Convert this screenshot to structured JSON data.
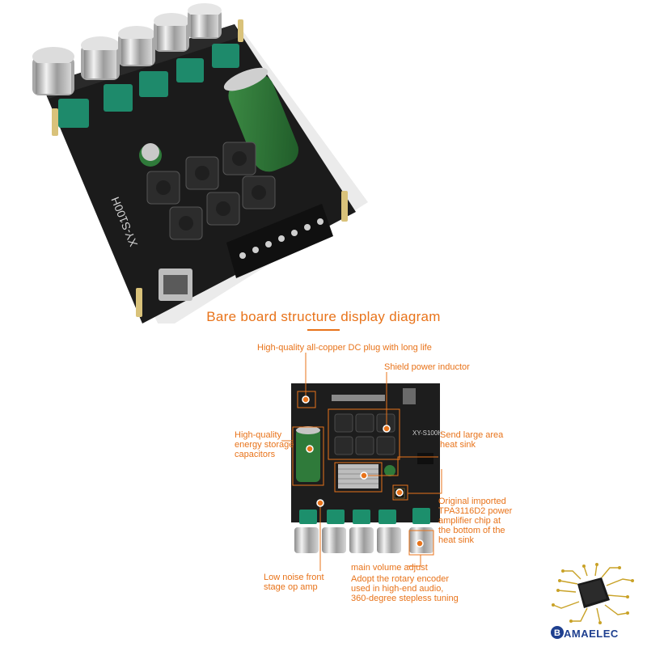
{
  "top_board": {
    "model": "XY-S100H"
  },
  "diagram": {
    "title": "Bare board structure display diagram",
    "board_model": "XY-S100H",
    "callouts": {
      "dc_plug": "High-quality all-copper DC plug with long life",
      "shield_inductor": "Shield power inductor",
      "capacitors": [
        "High-quality",
        "energy storage",
        "capacitors"
      ],
      "heat_sink": [
        "Send large area",
        "heat sink"
      ],
      "amp_chip": [
        "Original imported",
        "TPA3116D2 power",
        "amplifier chip at",
        "the bottom of the",
        "heat sink"
      ],
      "volume": "main volume adjust",
      "encoder": [
        "Adopt the rotary encoder",
        "used in high-end audio,",
        "360-degree stepless tuning"
      ],
      "op_amp": [
        "Low noise front",
        "stage op amp"
      ]
    }
  },
  "logo": {
    "text": "AMAELEC",
    "icon": "chip-icon"
  },
  "colors": {
    "accent": "#e8731a",
    "pcb": "#1b1b1b",
    "capacitor": "#2f7a3a",
    "terminal_green": "#1c8f6c",
    "logo_blue": "#1e3f8f"
  }
}
